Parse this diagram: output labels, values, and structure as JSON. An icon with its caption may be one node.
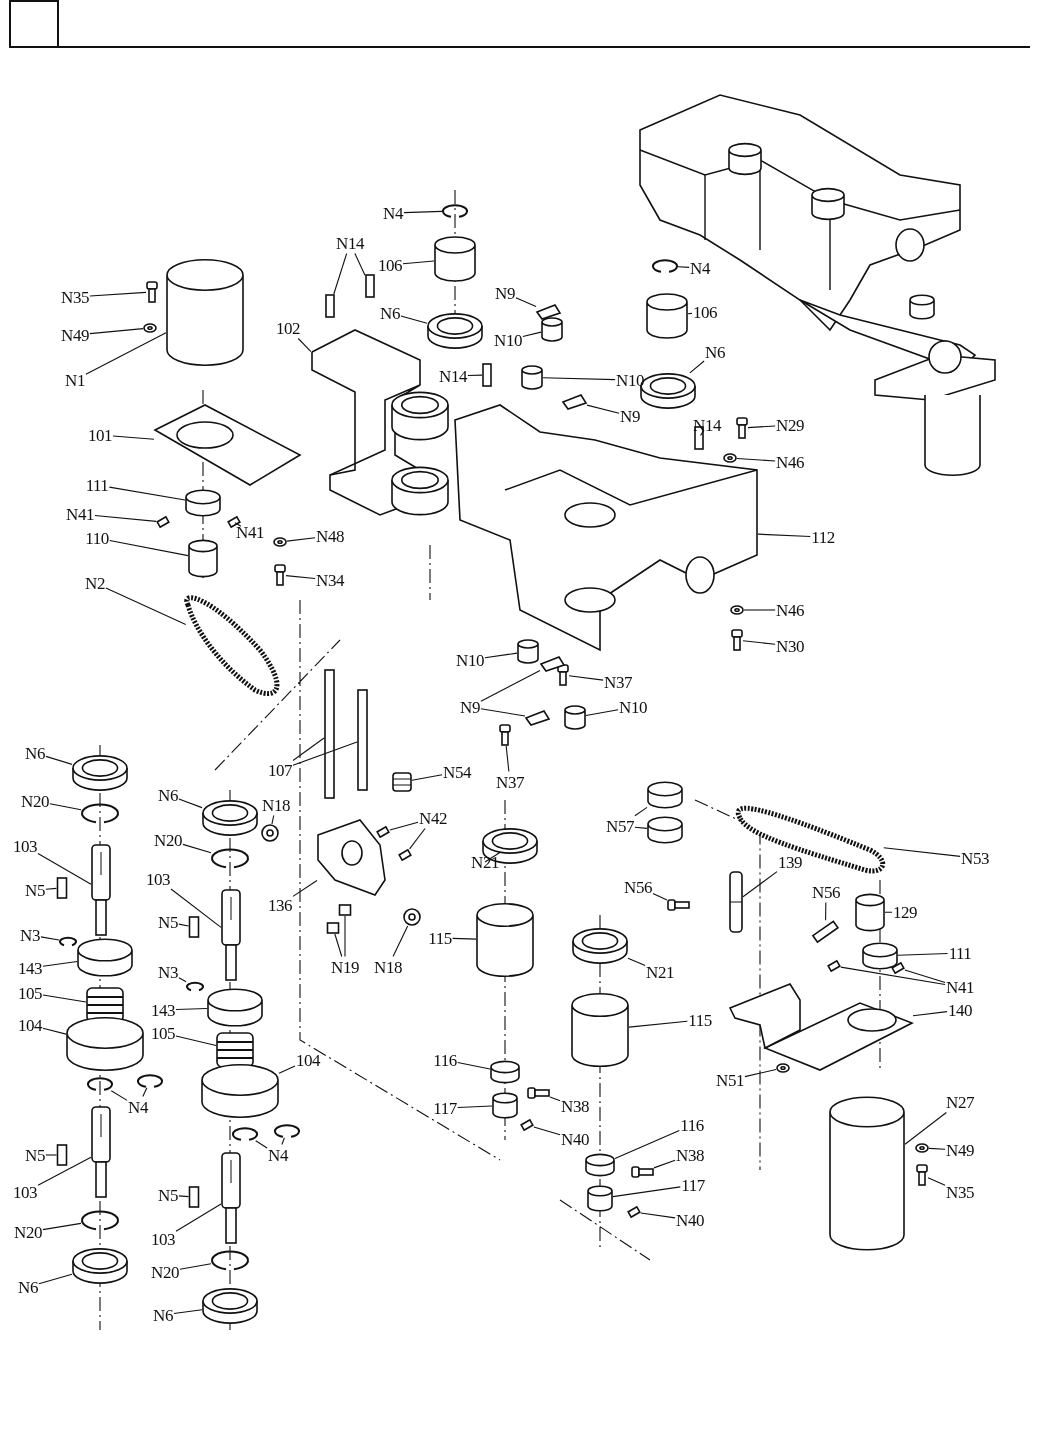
{
  "diagram": {
    "nodes": [
      {
        "text": [
          "N4"
        ]
      },
      {
        "text": [
          "N14"
        ]
      },
      {
        "text": [
          "106"
        ]
      },
      {
        "text": [
          "N35"
        ]
      },
      {
        "text": [
          "N49"
        ]
      },
      {
        "text": [
          "N6"
        ]
      },
      {
        "text": [
          "N9"
        ]
      },
      {
        "text": [
          "N4"
        ]
      },
      {
        "text": [
          "106"
        ]
      },
      {
        "text": [
          "102"
        ]
      },
      {
        "text": [
          "N1"
        ]
      },
      {
        "text": [
          "N10"
        ]
      },
      {
        "text": [
          "N14"
        ]
      },
      {
        "text": [
          "N10"
        ]
      },
      {
        "text": [
          "N6"
        ]
      },
      {
        "text": [
          "N9"
        ]
      },
      {
        "text": [
          "N14"
        ]
      },
      {
        "text": [
          "N29"
        ]
      },
      {
        "text": [
          "N46"
        ]
      },
      {
        "text": [
          "101"
        ]
      },
      {
        "text": [
          "111"
        ]
      },
      {
        "text": [
          "N41"
        ]
      },
      {
        "text": [
          "N41"
        ]
      },
      {
        "text": [
          "N48"
        ]
      },
      {
        "text": [
          "110"
        ]
      },
      {
        "text": [
          "N34"
        ]
      },
      {
        "text": [
          "N2"
        ]
      },
      {
        "text": [
          "112"
        ]
      },
      {
        "text": [
          "N46"
        ]
      },
      {
        "text": [
          "N30"
        ]
      },
      {
        "text": [
          "N10"
        ]
      },
      {
        "text": [
          "N37"
        ]
      },
      {
        "text": [
          "N9"
        ]
      },
      {
        "text": [
          "N10"
        ]
      },
      {
        "text": [
          "N37"
        ]
      },
      {
        "text": [
          "107"
        ]
      },
      {
        "text": [
          "N54"
        ]
      },
      {
        "text": [
          "N6"
        ]
      },
      {
        "text": [
          "N6"
        ]
      },
      {
        "text": [
          "N18"
        ]
      },
      {
        "text": [
          "N42"
        ]
      },
      {
        "text": [
          "N20"
        ]
      },
      {
        "text": [
          "N20"
        ]
      },
      {
        "text": [
          "103"
        ]
      },
      {
        "text": [
          "103"
        ]
      },
      {
        "text": [
          "N5"
        ]
      },
      {
        "text": [
          "136"
        ]
      },
      {
        "text": [
          "N21"
        ]
      },
      {
        "text": [
          "N57"
        ]
      },
      {
        "text": [
          "N53"
        ]
      },
      {
        "text": [
          "N3"
        ]
      },
      {
        "text": [
          "N5"
        ]
      },
      {
        "text": [
          "139"
        ]
      },
      {
        "text": [
          "N56"
        ]
      },
      {
        "text": [
          "N56"
        ]
      },
      {
        "text": [
          "115"
        ]
      },
      {
        "text": [
          "N19"
        ]
      },
      {
        "text": [
          "N18"
        ]
      },
      {
        "text": [
          "129"
        ]
      },
      {
        "text": [
          "143"
        ]
      },
      {
        "text": [
          "N3"
        ]
      },
      {
        "text": [
          "N21"
        ]
      },
      {
        "text": [
          "111"
        ]
      },
      {
        "text": [
          "N41"
        ]
      },
      {
        "text": [
          "143"
        ]
      },
      {
        "text": [
          "105"
        ]
      },
      {
        "text": [
          "115"
        ]
      },
      {
        "text": [
          "140"
        ]
      },
      {
        "text": [
          "104"
        ]
      },
      {
        "text": [
          "105"
        ]
      },
      {
        "text": [
          "104"
        ]
      },
      {
        "text": [
          "116"
        ]
      },
      {
        "text": [
          "N51"
        ]
      },
      {
        "text": [
          "N4"
        ]
      },
      {
        "text": [
          "117"
        ]
      },
      {
        "text": [
          "N38"
        ]
      },
      {
        "text": [
          "N27"
        ]
      },
      {
        "text": [
          "N40"
        ]
      },
      {
        "text": [
          "N5"
        ]
      },
      {
        "text": [
          "N4"
        ]
      },
      {
        "text": [
          "116"
        ]
      },
      {
        "text": [
          "N49"
        ]
      },
      {
        "text": [
          "N38"
        ]
      },
      {
        "text": [
          "103"
        ]
      },
      {
        "text": [
          "117"
        ]
      },
      {
        "text": [
          "N5"
        ]
      },
      {
        "text": [
          "N35"
        ]
      },
      {
        "text": [
          "N20"
        ]
      },
      {
        "text": [
          "N40"
        ]
      },
      {
        "text": [
          "103"
        ]
      },
      {
        "text": [
          "N6"
        ]
      },
      {
        "text": [
          "N20"
        ]
      },
      {
        "text": [
          "N6"
        ]
      },
      {
        "text": [],
        "shape": "picture"
      },
      {
        "text": [],
        "shape": "box"
      },
      {
        "text": [],
        "shape": "box"
      },
      {
        "text": [],
        "shape": "cylinder"
      },
      {
        "text": [],
        "shape": "picture"
      },
      {
        "text": [],
        "shape": "picture"
      },
      {
        "text": [],
        "shape": "picture"
      },
      {
        "text": [],
        "shape": "picture"
      },
      {
        "text": [],
        "shape": "picture"
      },
      {
        "text": [],
        "shape": "cylinder"
      },
      {
        "text": [],
        "shape": "picture"
      },
      {
        "text": [],
        "shape": "cylinder"
      },
      {
        "text": [],
        "shape": "cylinder"
      },
      {
        "text": [],
        "shape": "box"
      },
      {
        "text": [],
        "shape": "cylinder"
      },
      {
        "text": [],
        "shape": "picture"
      },
      {
        "text": [],
        "shape": "picture"
      },
      {
        "text": [],
        "shape": "box"
      },
      {
        "text": [],
        "shape": "picture"
      },
      {
        "text": [],
        "shape": "picture"
      },
      {
        "text": [],
        "shape": "picture"
      },
      {
        "text": [],
        "shape": "cylinder"
      },
      {
        "text": [],
        "shape": "box"
      },
      {
        "text": [],
        "shape": "box"
      },
      {
        "text": [],
        "shape": "picture"
      },
      {
        "text": [],
        "shape": "cylinder"
      },
      {
        "text": [],
        "shape": "picture"
      },
      {
        "text": [],
        "shape": "picture"
      },
      {
        "text": [],
        "shape": "picture"
      },
      {
        "text": [],
        "shape": "picture"
      },
      {
        "text": [],
        "shape": "picture"
      },
      {
        "text": [],
        "shape": "cylinder"
      },
      {
        "text": [],
        "shape": "picture"
      },
      {
        "text": [],
        "shape": "picture"
      },
      {
        "text": [],
        "shape": "picture"
      },
      {
        "text": [],
        "shape": "cylinder"
      },
      {
        "text": [],
        "shape": "picture"
      },
      {
        "text": [],
        "shape": "box"
      },
      {
        "text": [],
        "shape": "box"
      },
      {
        "text": [],
        "shape": "picture"
      },
      {
        "text": [],
        "shape": "picture"
      },
      {
        "text": [],
        "shape": "picture"
      },
      {
        "text": [],
        "shape": "picture"
      },
      {
        "text": [],
        "shape": "box"
      },
      {
        "text": [],
        "shape": "box"
      },
      {
        "text": [],
        "shape": "picture"
      },
      {
        "text": [],
        "shape": "picture"
      },
      {
        "text": [],
        "shape": "picture"
      },
      {
        "text": [],
        "shape": "picture"
      },
      {
        "text": [],
        "shape": "box"
      },
      {
        "text": [],
        "shape": "picture"
      },
      {
        "text": [],
        "shape": "picture"
      },
      {
        "text": [],
        "shape": "cylinder"
      },
      {
        "text": [],
        "shape": "cylinder"
      },
      {
        "text": [],
        "shape": "picture"
      },
      {
        "text": [],
        "shape": "picture"
      },
      {
        "text": [],
        "shape": "box"
      },
      {
        "text": [],
        "shape": "picture"
      },
      {
        "text": [],
        "shape": "picture"
      },
      {
        "text": [],
        "shape": "box"
      },
      {
        "text": [],
        "shape": "cylinder"
      },
      {
        "text": [],
        "shape": "box"
      },
      {
        "text": [],
        "shape": "box"
      },
      {
        "text": [],
        "shape": "picture"
      },
      {
        "text": [],
        "shape": "cylinder"
      },
      {
        "text": [],
        "shape": "cylinder"
      },
      {
        "text": [],
        "shape": "picture"
      },
      {
        "text": [],
        "shape": "picture"
      },
      {
        "text": [],
        "shape": "cylinder"
      },
      {
        "text": [],
        "shape": "box"
      },
      {
        "text": [],
        "shape": "box"
      },
      {
        "text": [],
        "shape": "cylinder"
      },
      {
        "text": [],
        "shape": "picture"
      },
      {
        "text": [],
        "shape": "cylinder"
      },
      {
        "text": [],
        "shape": "picture"
      },
      {
        "text": [],
        "shape": "cylinder"
      },
      {
        "text": [],
        "shape": "picture"
      },
      {
        "text": [],
        "shape": "cylinder"
      },
      {
        "text": [],
        "shape": "cylinder"
      },
      {
        "text": [],
        "shape": "picture"
      },
      {
        "text": [],
        "shape": "picture"
      },
      {
        "text": [],
        "shape": "picture"
      },
      {
        "text": [],
        "shape": "cylinder"
      },
      {
        "text": [],
        "shape": "picture"
      },
      {
        "text": [],
        "shape": "cylinder"
      },
      {
        "text": [],
        "shape": "box"
      },
      {
        "text": [],
        "shape": "box"
      },
      {
        "text": [],
        "shape": "picture"
      },
      {
        "text": [],
        "shape": "picture"
      },
      {
        "text": [],
        "shape": "cylinder"
      },
      {
        "text": [],
        "shape": "picture"
      },
      {
        "text": [],
        "shape": "picture"
      },
      {
        "text": [],
        "shape": "picture"
      },
      {
        "text": [],
        "shape": "cylinder"
      },
      {
        "text": [],
        "shape": "box"
      },
      {
        "text": [],
        "shape": "picture"
      },
      {
        "text": [],
        "shape": "picture"
      },
      {
        "text": [],
        "shape": "box"
      },
      {
        "text": [],
        "shape": "picture"
      },
      {
        "text": [],
        "shape": "picture"
      },
      {
        "text": [],
        "shape": "picture"
      },
      {
        "text": [],
        "shape": "picture"
      }
    ],
    "edges": [
      {
        "from": 0,
        "to": 93,
        "arrow": "none"
      },
      {
        "from": 1,
        "to": 94,
        "arrow": "none"
      },
      {
        "from": 1,
        "to": 95,
        "arrow": "none"
      },
      {
        "from": 2,
        "to": 96,
        "arrow": "none"
      },
      {
        "from": 3,
        "to": 97,
        "arrow": "none"
      },
      {
        "from": 4,
        "to": 98,
        "arrow": "none"
      },
      {
        "from": 5,
        "to": 99,
        "arrow": "none"
      },
      {
        "from": 6,
        "to": 100,
        "arrow": "none"
      },
      {
        "from": 7,
        "to": 101,
        "arrow": "none"
      },
      {
        "from": 8,
        "to": 102,
        "arrow": "none"
      },
      {
        "from": 9,
        "to": 103,
        "arrow": "none"
      },
      {
        "from": 10,
        "to": 104,
        "arrow": "none"
      },
      {
        "from": 11,
        "to": 105,
        "arrow": "none"
      },
      {
        "from": 12,
        "to": 106,
        "arrow": "none"
      },
      {
        "from": 13,
        "to": 107,
        "arrow": "none"
      },
      {
        "from": 14,
        "to": 108,
        "arrow": "none"
      },
      {
        "from": 15,
        "to": 109,
        "arrow": "none"
      },
      {
        "from": 16,
        "to": 110,
        "arrow": "none"
      },
      {
        "from": 17,
        "to": 111,
        "arrow": "none"
      },
      {
        "from": 18,
        "to": 112,
        "arrow": "none"
      },
      {
        "from": 19,
        "to": 113,
        "arrow": "none"
      },
      {
        "from": 20,
        "to": 114,
        "arrow": "none"
      },
      {
        "from": 21,
        "to": 115,
        "arrow": "none"
      },
      {
        "from": 22,
        "to": 116,
        "arrow": "none"
      },
      {
        "from": 23,
        "to": 117,
        "arrow": "none"
      },
      {
        "from": 24,
        "to": 118,
        "arrow": "none"
      },
      {
        "from": 25,
        "to": 119,
        "arrow": "none"
      },
      {
        "from": 26,
        "to": 120,
        "arrow": "none"
      },
      {
        "from": 27,
        "to": 121,
        "arrow": "none"
      },
      {
        "from": 28,
        "to": 122,
        "arrow": "none"
      },
      {
        "from": 29,
        "to": 123,
        "arrow": "none"
      },
      {
        "from": 30,
        "to": 124,
        "arrow": "none"
      },
      {
        "from": 31,
        "to": 125,
        "arrow": "none"
      },
      {
        "from": 32,
        "to": 126,
        "arrow": "none"
      },
      {
        "from": 32,
        "to": 127,
        "arrow": "none"
      },
      {
        "from": 33,
        "to": 128,
        "arrow": "none"
      },
      {
        "from": 34,
        "to": 129,
        "arrow": "none"
      },
      {
        "from": 35,
        "to": 130,
        "arrow": "none"
      },
      {
        "from": 35,
        "to": 131,
        "arrow": "none"
      },
      {
        "from": 36,
        "to": 132,
        "arrow": "none"
      },
      {
        "from": 37,
        "to": 133,
        "arrow": "none"
      },
      {
        "from": 38,
        "to": 134,
        "arrow": "none"
      },
      {
        "from": 39,
        "to": 135,
        "arrow": "none"
      },
      {
        "from": 40,
        "to": 136,
        "arrow": "none"
      },
      {
        "from": 40,
        "to": 137,
        "arrow": "none"
      },
      {
        "from": 41,
        "to": 138,
        "arrow": "none"
      },
      {
        "from": 42,
        "to": 139,
        "arrow": "none"
      },
      {
        "from": 43,
        "to": 140,
        "arrow": "none"
      },
      {
        "from": 44,
        "to": 141,
        "arrow": "none"
      },
      {
        "from": 45,
        "to": 142,
        "arrow": "none"
      },
      {
        "from": 46,
        "to": 143,
        "arrow": "none"
      },
      {
        "from": 47,
        "to": 144,
        "arrow": "none"
      },
      {
        "from": 48,
        "to": 145,
        "arrow": "none"
      },
      {
        "from": 48,
        "to": 146,
        "arrow": "none"
      },
      {
        "from": 49,
        "to": 147,
        "arrow": "none"
      },
      {
        "from": 50,
        "to": 148,
        "arrow": "none"
      },
      {
        "from": 51,
        "to": 149,
        "arrow": "none"
      },
      {
        "from": 52,
        "to": 150,
        "arrow": "none"
      },
      {
        "from": 53,
        "to": 151,
        "arrow": "none"
      },
      {
        "from": 54,
        "to": 152,
        "arrow": "none"
      },
      {
        "from": 55,
        "to": 153,
        "arrow": "none"
      },
      {
        "from": 56,
        "to": 154,
        "arrow": "none"
      },
      {
        "from": 56,
        "to": 155,
        "arrow": "none"
      },
      {
        "from": 57,
        "to": 156,
        "arrow": "none"
      },
      {
        "from": 58,
        "to": 157,
        "arrow": "none"
      },
      {
        "from": 59,
        "to": 158,
        "arrow": "none"
      },
      {
        "from": 60,
        "to": 159,
        "arrow": "none"
      },
      {
        "from": 61,
        "to": 160,
        "arrow": "none"
      },
      {
        "from": 62,
        "to": 161,
        "arrow": "none"
      },
      {
        "from": 63,
        "to": 162,
        "arrow": "none"
      },
      {
        "from": 63,
        "to": 163,
        "arrow": "none"
      },
      {
        "from": 64,
        "to": 164,
        "arrow": "none"
      },
      {
        "from": 65,
        "to": 165,
        "arrow": "none"
      },
      {
        "from": 66,
        "to": 166,
        "arrow": "none"
      },
      {
        "from": 67,
        "to": 167,
        "arrow": "none"
      },
      {
        "from": 68,
        "to": 168,
        "arrow": "none"
      },
      {
        "from": 69,
        "to": 169,
        "arrow": "none"
      },
      {
        "from": 70,
        "to": 170,
        "arrow": "none"
      },
      {
        "from": 71,
        "to": 171,
        "arrow": "none"
      },
      {
        "from": 72,
        "to": 172,
        "arrow": "none"
      },
      {
        "from": 73,
        "to": 173,
        "arrow": "none"
      },
      {
        "from": 73,
        "to": 174,
        "arrow": "none"
      },
      {
        "from": 74,
        "to": 175,
        "arrow": "none"
      },
      {
        "from": 75,
        "to": 176,
        "arrow": "none"
      },
      {
        "from": 76,
        "to": 177,
        "arrow": "none"
      },
      {
        "from": 77,
        "to": 178,
        "arrow": "none"
      },
      {
        "from": 78,
        "to": 179,
        "arrow": "none"
      },
      {
        "from": 79,
        "to": 180,
        "arrow": "none"
      },
      {
        "from": 79,
        "to": 181,
        "arrow": "none"
      },
      {
        "from": 80,
        "to": 182,
        "arrow": "none"
      },
      {
        "from": 81,
        "to": 183,
        "arrow": "none"
      },
      {
        "from": 82,
        "to": 184,
        "arrow": "none"
      },
      {
        "from": 83,
        "to": 185,
        "arrow": "none"
      },
      {
        "from": 84,
        "to": 186,
        "arrow": "none"
      },
      {
        "from": 85,
        "to": 187,
        "arrow": "none"
      },
      {
        "from": 86,
        "to": 188,
        "arrow": "none"
      },
      {
        "from": 87,
        "to": 189,
        "arrow": "none"
      },
      {
        "from": 88,
        "to": 190,
        "arrow": "none"
      },
      {
        "from": 89,
        "to": 191,
        "arrow": "none"
      },
      {
        "from": 90,
        "to": 192,
        "arrow": "none"
      },
      {
        "from": 91,
        "to": 193,
        "arrow": "none"
      },
      {
        "from": 92,
        "to": 194,
        "arrow": "none"
      }
    ]
  }
}
